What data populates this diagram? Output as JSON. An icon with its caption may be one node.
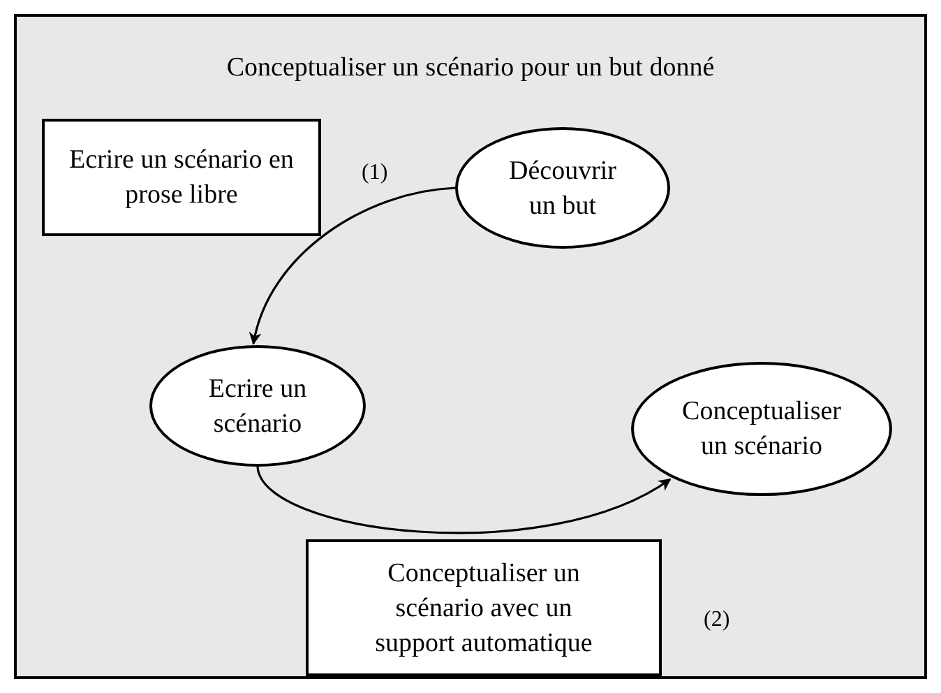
{
  "diagram": {
    "nodes": [
      {
        "text": [
          "Conceptualiser un scénario pour un but donné"
        ]
      },
      {
        "text": [
          "Ecrire un scénario en prose libre"
        ],
        "in": 0
      },
      {
        "text": [
          "Découvrir un but"
        ],
        "in": 0
      },
      {
        "text": [
          "Ecrire un scénario"
        ],
        "in": 0
      },
      {
        "text": [
          "Conceptualiser un scénario"
        ],
        "in": 0
      },
      {
        "text": [
          "Conceptualiser un scénario avec un support automatique"
        ],
        "in": 0
      }
    ],
    "edges": [
      {
        "from": 2,
        "to": 3,
        "arrow": "to"
      },
      {
        "from": 3,
        "to": 4,
        "arrow": "to"
      }
    ],
    "labels": [
      "(1)",
      "(2)"
    ]
  }
}
